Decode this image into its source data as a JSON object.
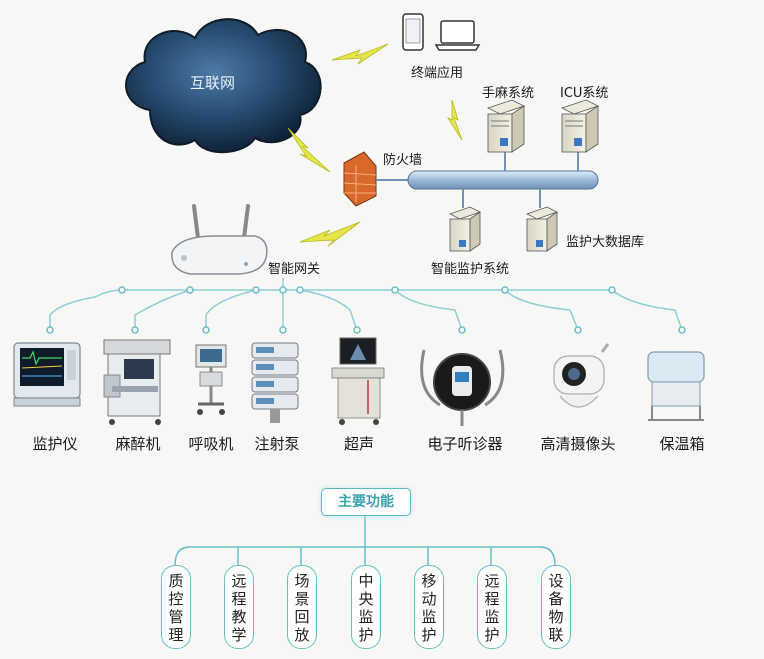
{
  "network": {
    "internet": "互联网",
    "terminal_apps": "终端应用",
    "firewall": "防火墙",
    "surgical_anesthesia": "手麻系统",
    "icu": "ICU系统",
    "smart_monitoring": "智能监护系统",
    "monitoring_bigdata": "监护大数据库",
    "smart_gateway": "智能网关"
  },
  "devices": [
    {
      "label": "监护仪",
      "icon": "patient-monitor-icon"
    },
    {
      "label": "麻醉机",
      "icon": "anesthesia-machine-icon"
    },
    {
      "label": "呼吸机",
      "icon": "ventilator-icon"
    },
    {
      "label": "注射泵",
      "icon": "syringe-pump-icon"
    },
    {
      "label": "超声",
      "icon": "ultrasound-icon"
    },
    {
      "label": "电子听诊器",
      "icon": "electronic-stethoscope-icon"
    },
    {
      "label": "高清摄像头",
      "icon": "hd-camera-icon"
    },
    {
      "label": "保温箱",
      "icon": "incubator-icon"
    }
  ],
  "main_functions": {
    "title": "主要功能",
    "items": [
      "质控管理",
      "远程教学",
      "场景回放",
      "中央监护",
      "移动监护",
      "远程监护",
      "设备物联"
    ]
  },
  "colors": {
    "accent": "#5bb6c4",
    "connector": "#8ccfd6",
    "cloud": "#1e3a5c",
    "bus": "#a9c6e0",
    "lightning": "#e6e64a"
  }
}
